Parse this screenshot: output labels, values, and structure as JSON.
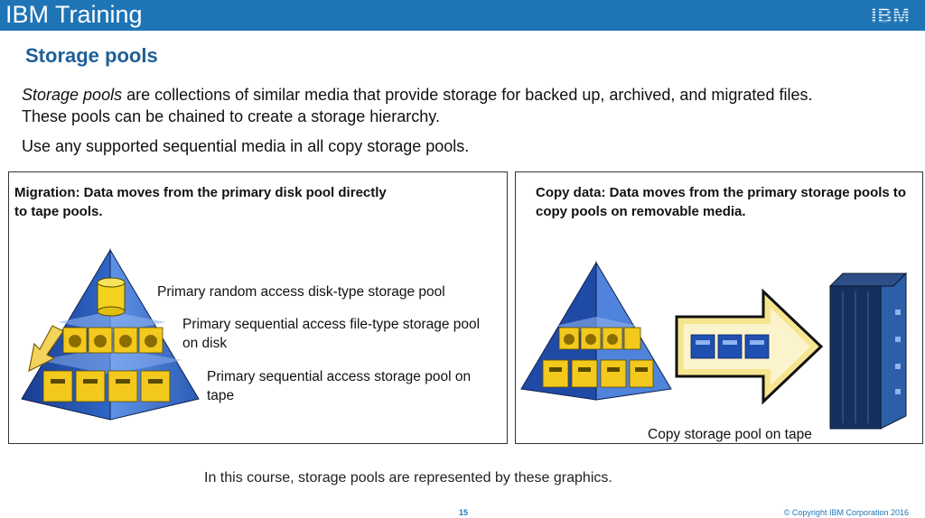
{
  "header": {
    "brand": "IBM Training",
    "logo_text": "IBM",
    "bar_color": "#1f74b5"
  },
  "slide": {
    "title": "Storage pools",
    "para1_italic": "Storage pools",
    "para1_rest": " are collections of similar media that provide storage for backed up, archived, and migrated files. These pools can be chained to create a storage hierarchy.",
    "para2": "Use any supported sequential media in all copy storage pools."
  },
  "left_panel": {
    "title": "Migration: Data moves from the primary disk pool directly to tape pools.",
    "labels": [
      "Primary random access disk-type storage pool",
      "Primary sequential access file-type storage pool on disk",
      "Primary sequential access storage pool on tape"
    ]
  },
  "right_panel": {
    "title": "Copy data: Data moves from the primary  storage pools to copy pools on removable media.",
    "label": "Copy storage pool on tape"
  },
  "footer": {
    "caption": "In this course, storage pools are represented by these graphics.",
    "page_number": "15",
    "copyright": "© Copyright IBM Corporation 2016"
  }
}
